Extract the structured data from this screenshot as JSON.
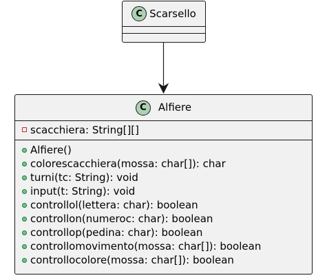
{
  "diagram": {
    "classes": {
      "scarsello": {
        "badge": "C",
        "name": "Scarsello",
        "fields": [],
        "methods": []
      },
      "alfiere": {
        "badge": "C",
        "name": "Alfiere",
        "fields": [
          {
            "visibility": "private",
            "text": "scacchiera: String[][]"
          }
        ],
        "methods": [
          {
            "visibility": "public",
            "text": "Alfiere()"
          },
          {
            "visibility": "public",
            "text": "colorescacchiera(mossa: char[]): char"
          },
          {
            "visibility": "public",
            "text": "turni(tc: String): void"
          },
          {
            "visibility": "public",
            "text": "input(t: String): void"
          },
          {
            "visibility": "public",
            "text": "controllol(lettera: char): boolean"
          },
          {
            "visibility": "public",
            "text": "controllon(numeroc: char): boolean"
          },
          {
            "visibility": "public",
            "text": "controllop(pedina: char): boolean"
          },
          {
            "visibility": "public",
            "text": "controllomovimento(mossa: char[]): boolean"
          },
          {
            "visibility": "public",
            "text": "controllocolore(mossa: char[]): boolean"
          }
        ]
      }
    },
    "relations": [
      {
        "from": "Scarsello",
        "to": "Alfiere",
        "type": "association-arrow"
      }
    ],
    "colors": {
      "class_fill": "#f1f1f1",
      "border": "#181818",
      "class_badge": "#add1b2",
      "private_marker": "#c82930",
      "public_marker": "#84be84"
    }
  }
}
